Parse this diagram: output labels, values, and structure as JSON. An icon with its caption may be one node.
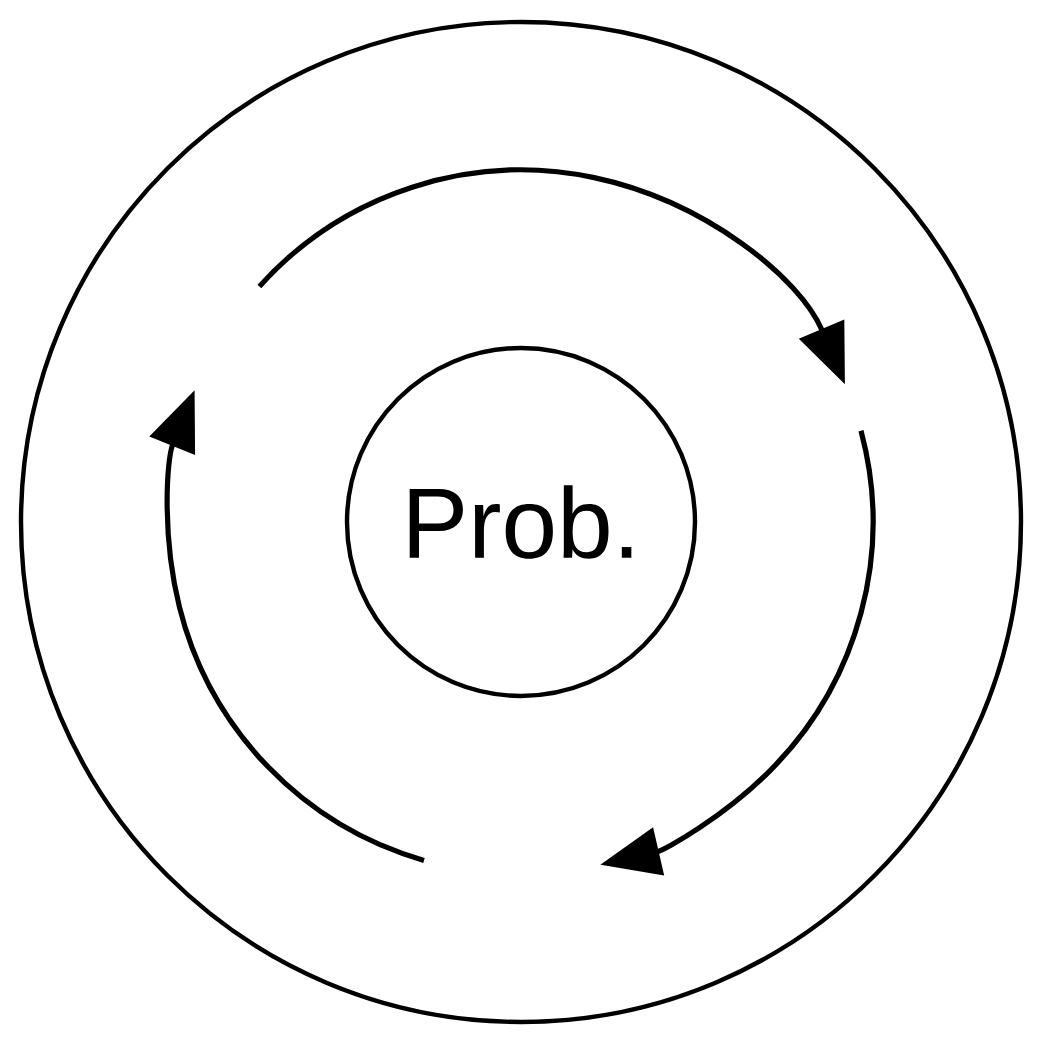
{
  "diagram": {
    "nodes": [
      {
        "text": [],
        "shape": "circle"
      },
      {
        "text": [
          "Prob."
        ],
        "in": 0
      }
    ]
  }
}
